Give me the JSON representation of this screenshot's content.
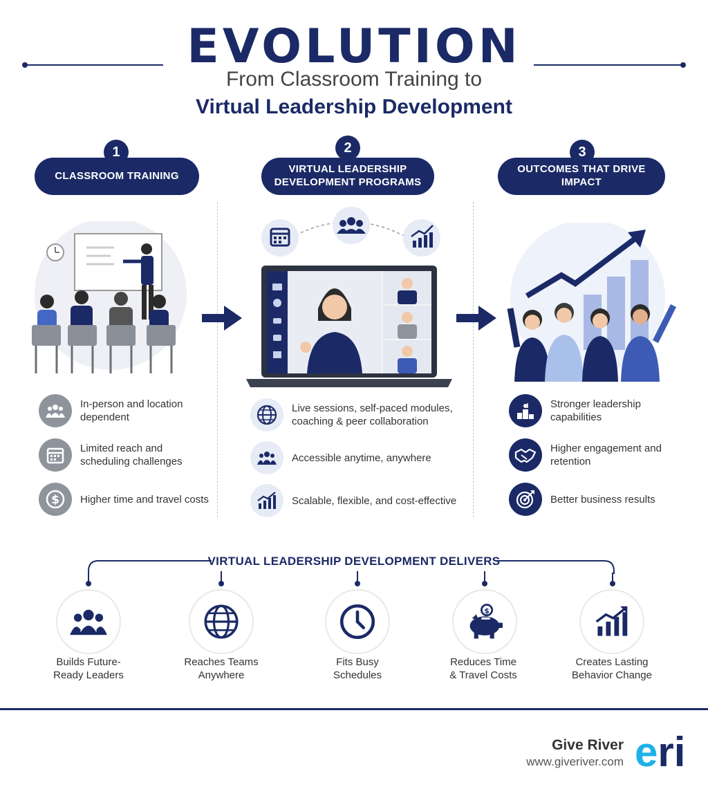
{
  "header": {
    "title": "EVOLUTION",
    "subtitle": "From Classroom Training to",
    "subtitle_bold": "Virtual Leadership Development"
  },
  "columns": [
    {
      "number": "1",
      "title": "CLASSROOM TRAINING",
      "features": [
        {
          "icon": "people-icon",
          "text": "In-person and location dependent"
        },
        {
          "icon": "calendar-icon",
          "text": "Limited reach and scheduling challenges"
        },
        {
          "icon": "dollar-icon",
          "text": "Higher time and travel costs"
        }
      ]
    },
    {
      "number": "2",
      "title": "VIRTUAL LEADERSHIP DEVELOPMENT PROGRAMS",
      "features": [
        {
          "icon": "globe-icon",
          "text": "Live sessions, self-paced modules, coaching & peer collaboration"
        },
        {
          "icon": "people-icon",
          "text": "Accessible anytime, anywhere"
        },
        {
          "icon": "growth-chart-icon",
          "text": "Scalable, flexible, and cost-effective"
        }
      ]
    },
    {
      "number": "3",
      "title": "OUTCOMES THAT DRIVE IMPACT",
      "features": [
        {
          "icon": "podium-icon",
          "text": "Stronger leadership capabilities"
        },
        {
          "icon": "handshake-icon",
          "text": "Higher engagement and retention"
        },
        {
          "icon": "target-icon",
          "text": "Better business results"
        }
      ]
    }
  ],
  "delivers": {
    "title": "VIRTUAL LEADERSHIP DEVELOPMENT DELIVERS",
    "items": [
      {
        "icon": "people-icon",
        "line1": "Builds Future-",
        "line2": "Ready Leaders"
      },
      {
        "icon": "globe-icon",
        "line1": "Reaches Teams",
        "line2": "Anywhere"
      },
      {
        "icon": "clock-icon",
        "line1": "Fits Busy",
        "line2": "Schedules"
      },
      {
        "icon": "piggy-bank-icon",
        "line1": "Reduces Time",
        "line2": "& Travel Costs"
      },
      {
        "icon": "growth-chart-icon",
        "line1": "Creates Lasting",
        "line2": "Behavior Change"
      }
    ]
  },
  "footer": {
    "brand": "Give River",
    "url": "www.giveriver.com",
    "logo_left": "e",
    "logo_right": "ri"
  },
  "colors": {
    "navy": "#1b2a66",
    "blue": "#3d5bb5",
    "light_blue": "#e6ebf6",
    "gray_icon": "#8f949c",
    "logo_cyan": "#1eb1e8"
  }
}
